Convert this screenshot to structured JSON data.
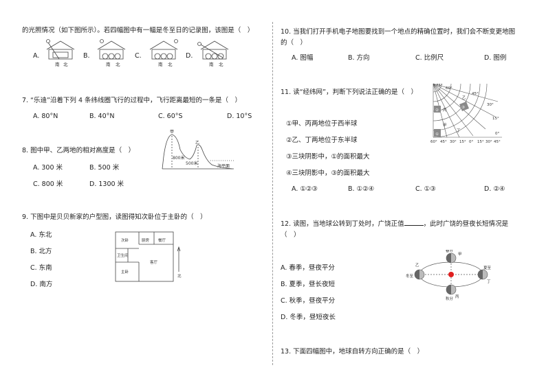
{
  "left": {
    "q6_intro": "的光照情况（如下图所示）。若四幅图中有一幅是冬至日的记录图，该图是（　）",
    "q6_opts": [
      "A.",
      "B.",
      "C.",
      "D."
    ],
    "q6_fig_labels": {
      "south": "南",
      "north": "北"
    },
    "q7": {
      "text": "7. “乐迪”沿着下列 4 条纬线圈飞行的过程中，飞行距离最短的一条是（　）",
      "opts": [
        "A. 80°N",
        "B. 40°N",
        "C. 60°S",
        "D. 10°S"
      ]
    },
    "q8": {
      "text": "8. 图中甲、乙两地的相对高度是（　）",
      "opts": [
        "A. 300 米",
        "B. 500 米",
        "C. 800 米",
        "D. 1300 米"
      ],
      "fig": {
        "jia": "甲",
        "yi": "乙",
        "h800": "800米",
        "h500": "500米",
        "sea": "海平面"
      }
    },
    "q9": {
      "text": "9. 下图中是贝贝新家的户型图，读图得知次卧位于主卧的（　）",
      "opts": [
        "A. 东北",
        "B. 北方",
        "C. 东南",
        "D. 南方"
      ],
      "fig": {
        "cibed": "次卧",
        "kitchen": "厨房",
        "dining": "餐厅",
        "bath": "卫生间",
        "living": "客厅",
        "master": "主卧",
        "north": "北"
      }
    }
  },
  "right": {
    "q10": {
      "line1": "10. 当我们打开手机电子地图要找到一个地点的精确位置时，我们会不断变更地图",
      "line2": "的（　）",
      "opts": [
        "A. 图幅",
        "B. 方向",
        "C. 比例尺",
        "D. 图例"
      ]
    },
    "q11": {
      "text": "11. 读“经纬网”，判断下列说法正确的是（　）",
      "stmts": [
        "①甲、丙两地位于西半球",
        "②乙、丁两地位于东半球",
        "③三块阴影中，①的面积最大",
        "④三块阴影中，③的面积最大"
      ],
      "opts": [
        "A. ①②③",
        "B. ①②④",
        "C. ①③",
        "D. ②④"
      ],
      "fig": {
        "lat_labels": [
          "75°",
          "60°",
          "45°",
          "30°",
          "15°",
          "0°"
        ],
        "lon_labels": [
          "60°",
          "45°",
          "30°",
          "15°",
          "0°",
          "15°",
          "30°",
          "45°"
        ],
        "places": {
          "bing": "丙",
          "yi": "乙",
          "jia": "甲",
          "ding": "丁"
        },
        "region_marks": [
          "①",
          "②",
          "③"
        ]
      }
    },
    "q12": {
      "line1": "12. 读图，当地球公转到丁处时，广饶正值",
      "line1b": "，此时广饶的昼夜长短情况是",
      "line2": "（　）",
      "opts": [
        "A. 春季，昼夜平分",
        "B. 夏季，昼长夜短",
        "C. 秋季，昼夜平分",
        "D. 冬季，昼短夜长"
      ],
      "fig": {
        "jia": "甲",
        "yi": "乙",
        "bing": "丙",
        "ding": "丁",
        "xiazhi": "夏至",
        "chunfen": "春分",
        "qiufen": "秋分",
        "dongzhi": "冬至"
      }
    },
    "q13": {
      "text": "13. 下面四幅图中，地球自转方向正确的是（　）"
    }
  },
  "colors": {
    "text": "#222222",
    "line": "#555555",
    "shade": "#8a8a8a",
    "sun": "#e02020"
  }
}
